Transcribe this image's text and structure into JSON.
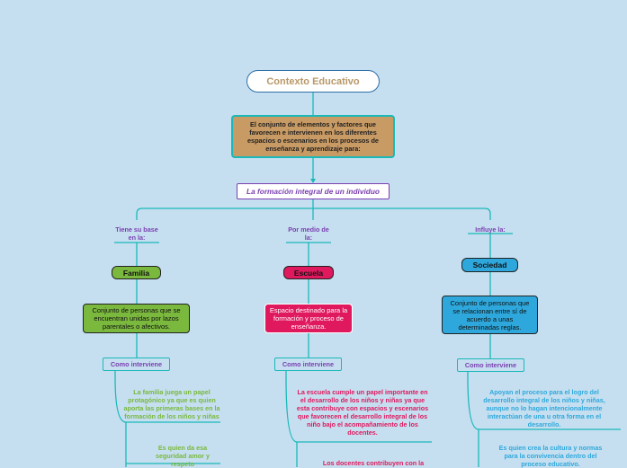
{
  "root": {
    "label": "Contexto Educativo"
  },
  "definition": "El conjunto de elementos y factores que favorecen e intervienen en los diferentes espacios o escenarios en los procesos de enseñanza y aprendizaje para:",
  "purpose": "La formación integral de un individuo",
  "branches": [
    {
      "connector": "Tiene su base en la:",
      "name": "Familia",
      "description": "Conjunto de personas que se encuentran unidas por lazos parentales o afectivos.",
      "how_label": "Como interviene",
      "points": [
        "La familia juega un papel protagónico ya que es quien aporta las primeras bases en la formación de los niños y niñas",
        "Es quien da esa seguridad amor y respeto"
      ]
    },
    {
      "connector": "Por medio de la:",
      "name": "Escuela",
      "description": "Espacio destinado para la formación y proceso de enseñanza.",
      "how_label": "Como interviene",
      "points": [
        "La escuela cumple un papel importante en el desarrollo de los niños y niñas ya que esta contribuye con espacios y escenarios que favorecen el desarrollo integral de los niño bajo el acompañamiento de los docentes.",
        "Los docentes contribuyen con la"
      ]
    },
    {
      "connector": "Influye la:",
      "name": "Sociedad",
      "description": "Conjunto de personas que se relacionan entre sí de acuerdo a unas determinadas reglas.",
      "how_label": "Como interviene",
      "points": [
        "Apoyan el proceso para el logro del desarrollo integral de los niños y niñas, aunque no lo hagan intencionalmente interactúan de una u otra forma en el desarrollo.",
        "Es quien crea la cultura y normas para la convivencia dentro del proceso educativo."
      ]
    }
  ],
  "colors": {
    "background": "#c5dff0",
    "line": "#1bb8b8",
    "familia": "#7ab83e",
    "escuela": "#e0185e",
    "sociedad": "#2ea8dc",
    "purple": "#7a3fb0",
    "definition_box": "#c89a64"
  }
}
